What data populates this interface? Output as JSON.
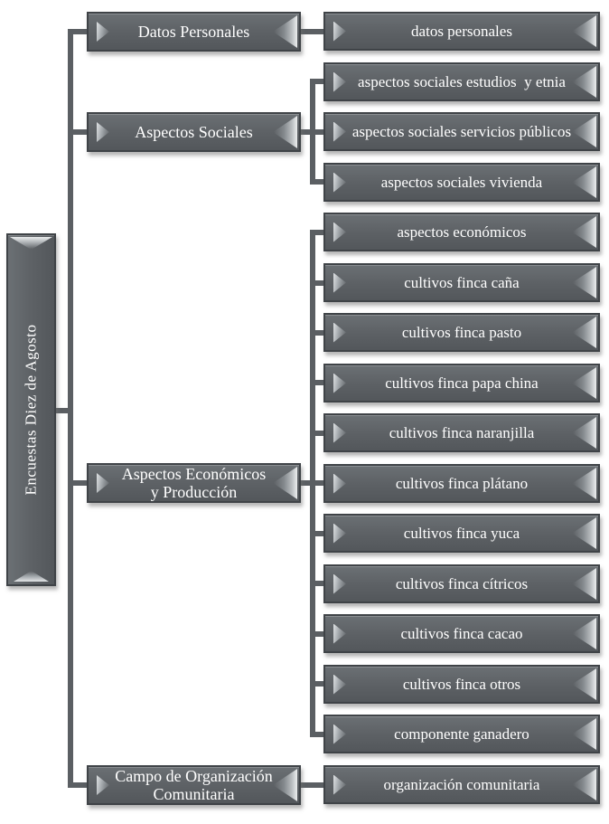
{
  "diagram": {
    "title": "Encuestas Diez de Agosto",
    "type": "hierarchy-tree"
  },
  "root": {
    "label": "Encuestas Diez de Agosto"
  },
  "branches": [
    {
      "label": "Datos Personales",
      "children": [
        "datos personales"
      ]
    },
    {
      "label": "Aspectos Sociales",
      "children": [
        "aspectos sociales estudios  y etnia",
        "aspectos sociales servicios públicos",
        "aspectos sociales vivienda"
      ]
    },
    {
      "label": "Aspectos Económicos\ny Producción",
      "children": [
        "aspectos económicos",
        "cultivos finca caña",
        "cultivos finca pasto",
        "cultivos finca papa china",
        "cultivos finca naranjilla",
        "cultivos finca plátano",
        "cultivos finca yuca",
        "cultivos finca cítricos",
        "cultivos finca cacao",
        "cultivos finca otros",
        "componente ganadero"
      ]
    },
    {
      "label": "Campo de Organización\nComunitaria",
      "children": [
        "organización comunitaria"
      ]
    }
  ],
  "colors": {
    "box_fill_top": "#6b7074",
    "box_fill_mid": "#5e6266",
    "box_fill_bottom": "#53575b",
    "box_border": "#3f4347",
    "connector": "#5b5f63",
    "bevel_light": "#eceeef",
    "text": "#ffffff",
    "background": "#ffffff"
  }
}
